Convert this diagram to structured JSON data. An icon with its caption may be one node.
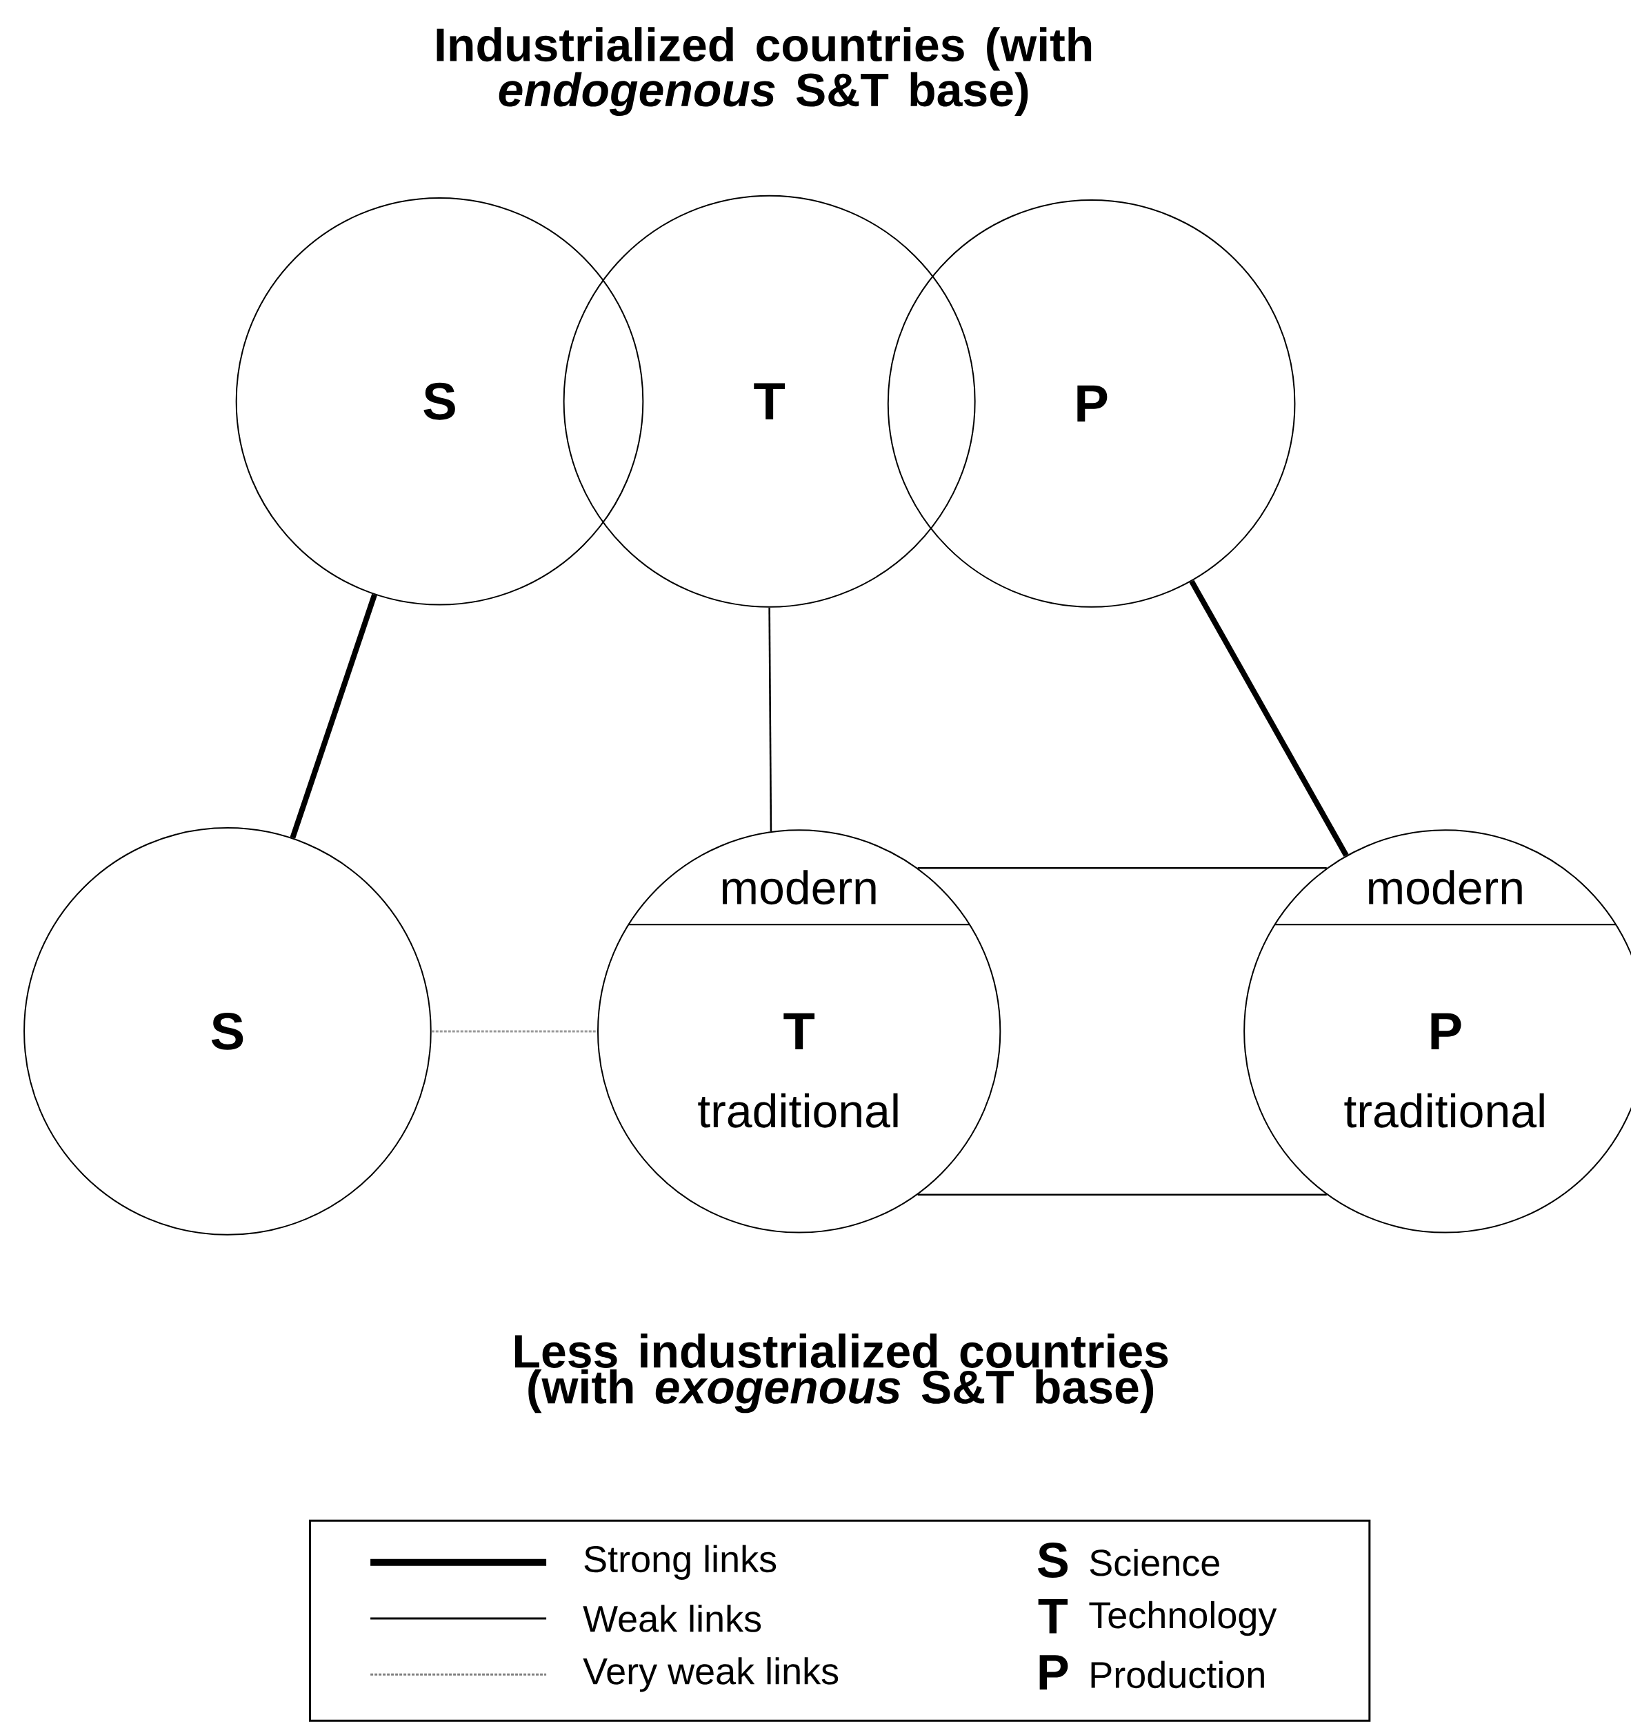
{
  "diagram": {
    "title": "Industrialized countries (with *endogenous* S&T base)",
    "nodes": [
      {
        "text": [
          "S"
        ]
      },
      {
        "text": [
          "T"
        ]
      },
      {
        "text": [
          "P"
        ]
      },
      {
        "text": [
          "S"
        ]
      },
      {
        "text": [
          "modern",
          "T",
          "traditional"
        ]
      },
      {
        "text": [
          "modern",
          "P",
          "traditional"
        ]
      }
    ],
    "edges": [
      {
        "from": 0,
        "to": 3,
        "arrow": "none",
        "style": "thick"
      },
      {
        "from": 1,
        "to": 4,
        "arrow": "none"
      },
      {
        "from": 2,
        "to": 5,
        "arrow": "none",
        "style": "thick"
      },
      {
        "from": 3,
        "to": 4,
        "arrow": "none",
        "style": "dashed",
        "color": "#999999"
      },
      {
        "from": 4,
        "to": 5,
        "arrow": "none"
      },
      {
        "from": 4,
        "to": 5,
        "arrow": "none"
      }
    ],
    "labels": [
      "Less industrialized countries (with *exogenous* S&T base)",
      "S",
      "Science",
      "T",
      "Technology",
      "P",
      "Production"
    ],
    "legend": [
      {
        "text": "Strong links"
      },
      {
        "text": "Weak links"
      },
      {
        "text": "Very weak links"
      }
    ]
  }
}
